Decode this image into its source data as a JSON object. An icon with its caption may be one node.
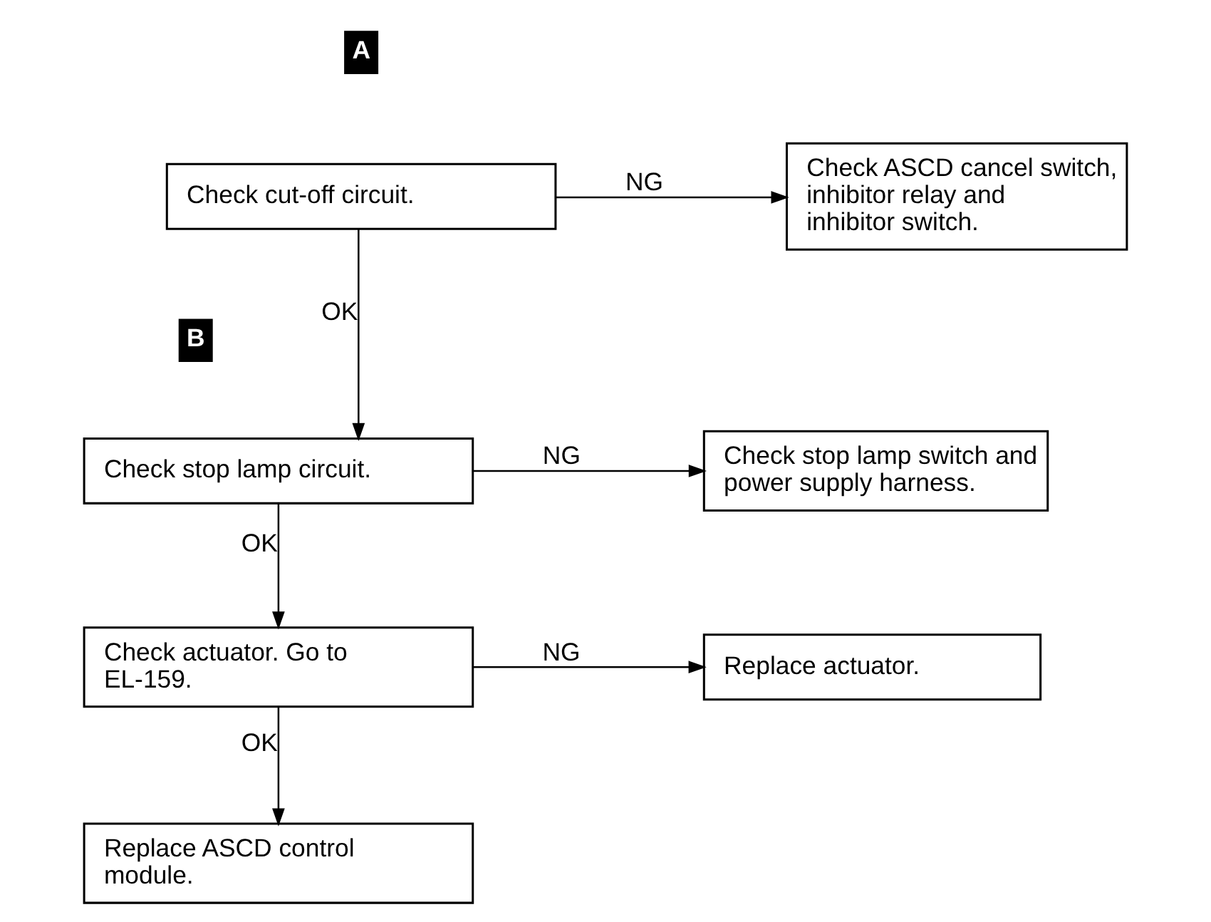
{
  "diagram": {
    "nodes": [
      {
        "text": [
          "Check cut-off circuit."
        ]
      },
      {
        "text": [
          "Check ASCD cancel switch, inhibitor relay and inhibitor switch."
        ]
      },
      {
        "text": [
          "Check stop lamp circuit."
        ]
      },
      {
        "text": [
          "Check stop lamp switch and power supply harness."
        ]
      },
      {
        "text": [
          "Check actuator. Go to EL-159."
        ]
      },
      {
        "text": [
          "Replace actuator."
        ]
      },
      {
        "text": [
          "Replace ASCD control module."
        ]
      }
    ],
    "edges": [
      {
        "from": 0,
        "to": 1,
        "arrow": "to",
        "label": "NG"
      },
      {
        "from": 0,
        "to": 2,
        "arrow": "to",
        "label": "OK"
      },
      {
        "from": 2,
        "to": 3,
        "arrow": "to",
        "label": "NG"
      },
      {
        "from": 2,
        "to": 4,
        "arrow": "to",
        "label": "OK"
      },
      {
        "from": 4,
        "to": 5,
        "arrow": "to",
        "label": "NG"
      },
      {
        "from": 4,
        "to": 6,
        "arrow": "to",
        "label": "OK"
      }
    ],
    "labels": [
      "A",
      "B"
    ]
  }
}
